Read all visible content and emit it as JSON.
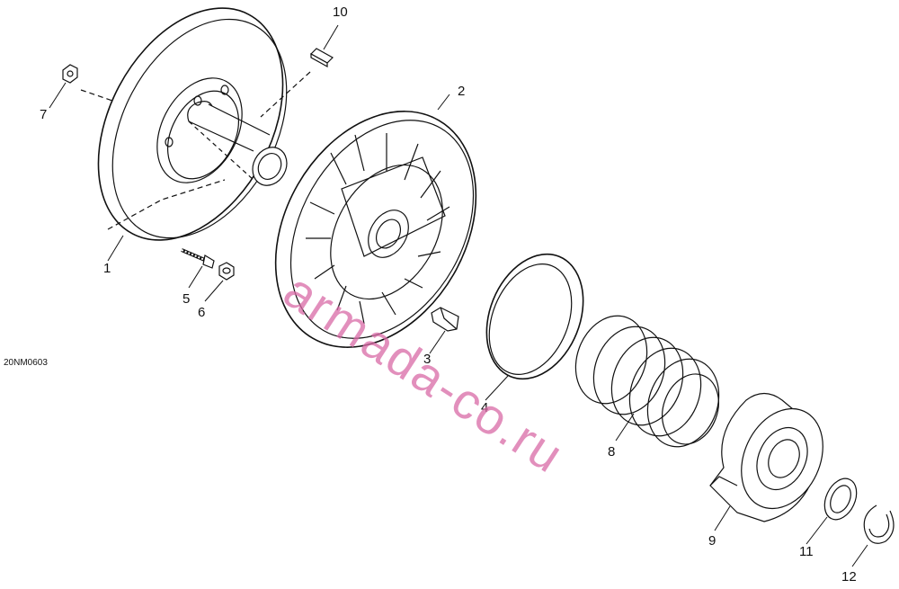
{
  "drawing_code": "20NM0603",
  "watermark": "armada-co.ru",
  "callouts": [
    {
      "id": "1",
      "label": "1"
    },
    {
      "id": "2",
      "label": "2"
    },
    {
      "id": "3",
      "label": "3"
    },
    {
      "id": "4",
      "label": "4"
    },
    {
      "id": "5",
      "label": "5"
    },
    {
      "id": "6",
      "label": "6"
    },
    {
      "id": "7",
      "label": "7"
    },
    {
      "id": "8",
      "label": "8"
    },
    {
      "id": "9",
      "label": "9"
    },
    {
      "id": "10",
      "label": "10"
    },
    {
      "id": "11",
      "label": "11"
    },
    {
      "id": "12",
      "label": "12"
    }
  ],
  "colors": {
    "line": "#111111",
    "watermark": "#d96aa6"
  }
}
